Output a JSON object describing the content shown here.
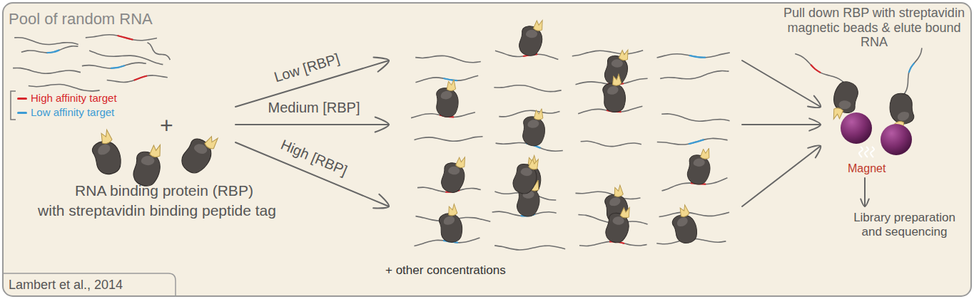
{
  "diagram": {
    "labels": [
      "Pool of random RNA",
      "+",
      "RNA binding protein (RBP)",
      "with streptavidin binding peptide tag",
      "Low [RBP]",
      "Medium [RBP]",
      "High [RBP]",
      "+ other concentrations",
      "Pull down RBP with streptavidin magnetic beads & elute bound RNA",
      "Magnet",
      "Library preparation and sequencing",
      "Lambert et al., 2014"
    ],
    "legend": [
      {
        "text": "High affinity target",
        "color": "#d7262c"
      },
      {
        "text": "Low affinity target",
        "color": "#3b9bd4"
      }
    ]
  }
}
